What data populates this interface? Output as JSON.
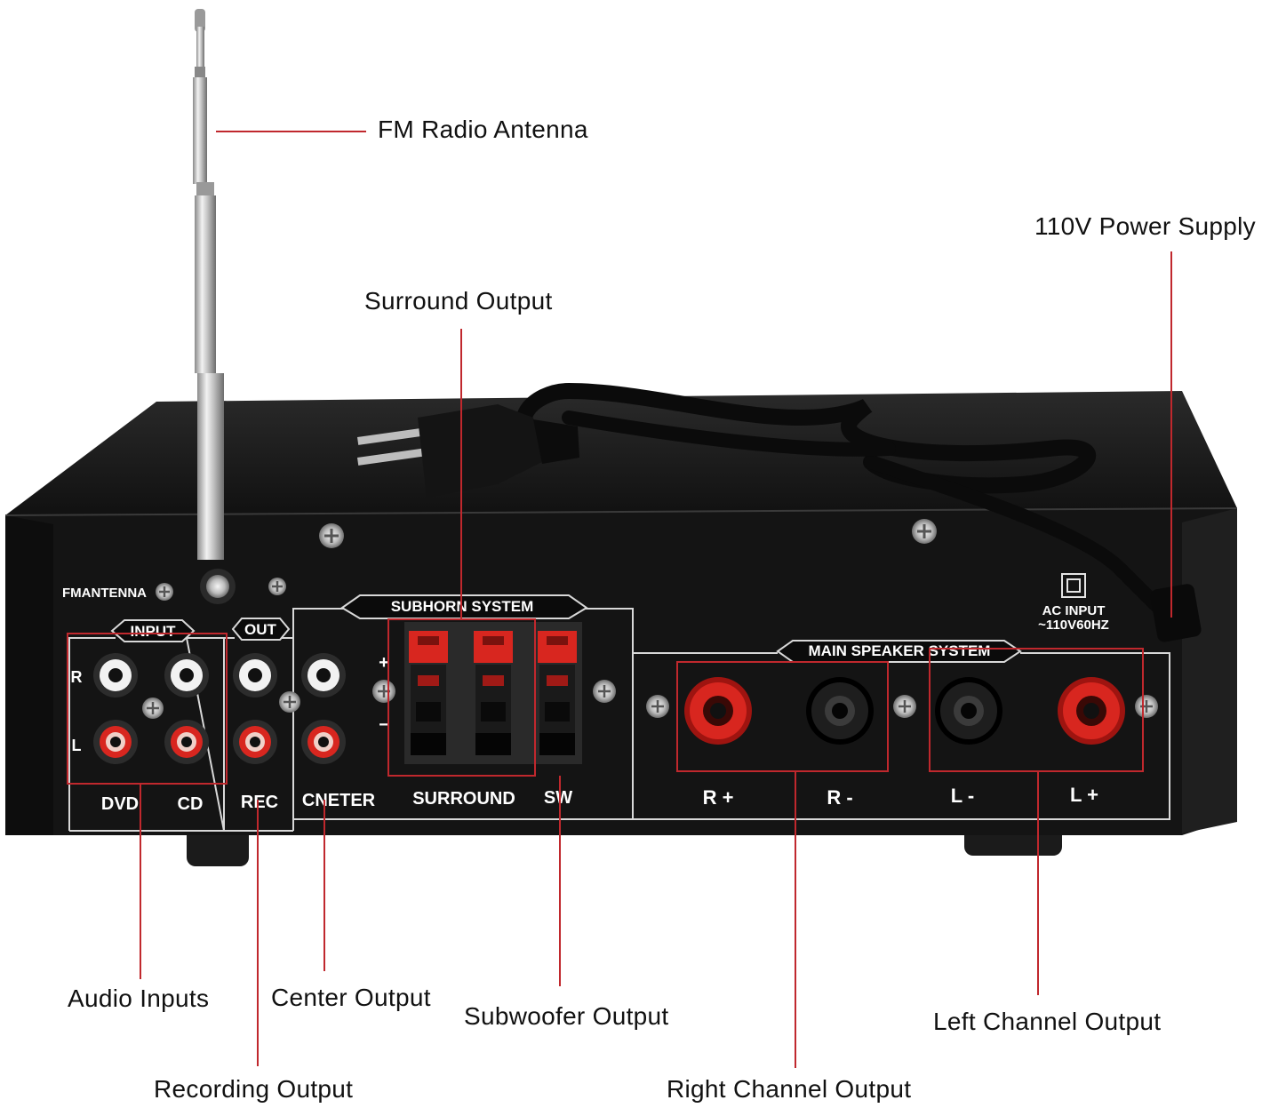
{
  "callouts": {
    "fm_antenna": "FM Radio Antenna",
    "power_supply": "110V Power Supply",
    "surround_output": "Surround Output",
    "audio_inputs": "Audio Inputs",
    "center_output": "Center Output",
    "subwoofer_output": "Subwoofer Output",
    "left_channel_output": "Left Channel Output",
    "recording_output": "Recording Output",
    "right_channel_output": "Right Channel Output"
  },
  "panel": {
    "fm_antenna": "FMANTENNA",
    "input": "INPUT",
    "out": "OUT",
    "subhorn": "SUBHORN SYSTEM",
    "main_speaker": "MAIN SPEAKER SYSTEM",
    "ac_input": "AC INPUT",
    "ac_rating": "~110V60HZ",
    "row_r": "R",
    "row_l": "L",
    "plus": "+",
    "minus": "−",
    "dvd": "DVD",
    "cd": "CD",
    "rec": "REC",
    "center": "CNETER",
    "surround": "SURROUND",
    "sw": "SW",
    "r_plus": "R +",
    "r_minus": "R -",
    "l_minus": "L -",
    "l_plus": "L +"
  },
  "colors": {
    "leader": "#c0282d",
    "chassis": "#141414",
    "panel": "#0b0b0b",
    "terminal_red": "#d8261f"
  },
  "icons": {
    "screws": "phillips-screw-icon",
    "jacks": "rca-jack-icon",
    "binding_posts": "binding-post-icon",
    "double_insulation": "double-square-icon"
  }
}
